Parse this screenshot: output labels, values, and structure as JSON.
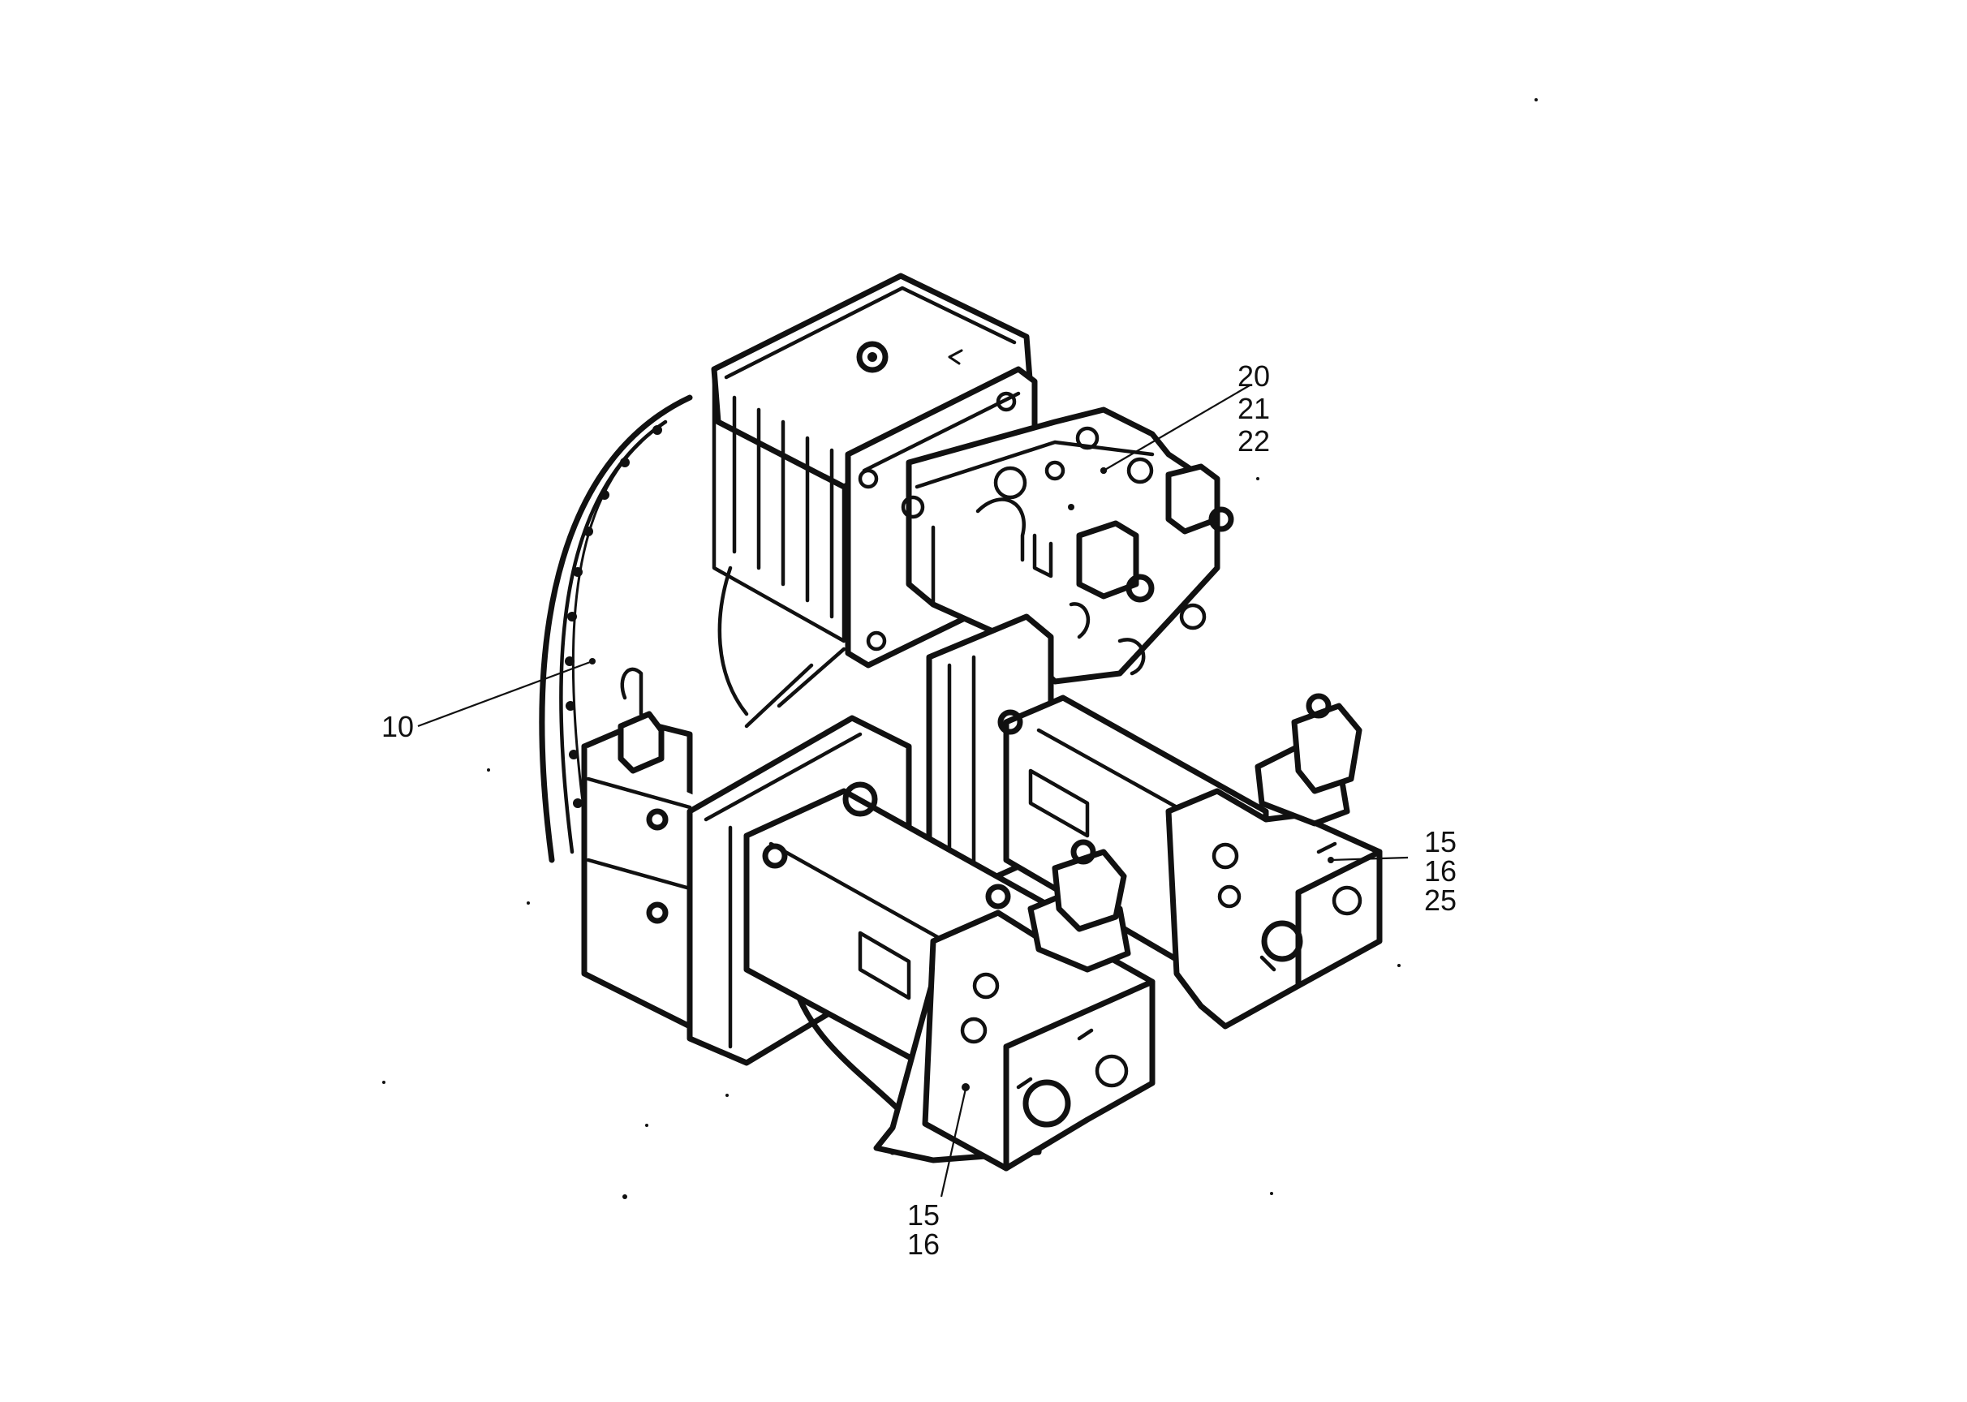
{
  "callouts": {
    "main_housing": {
      "lines": [
        "10"
      ]
    },
    "control_block": {
      "lines": [
        "20",
        "21",
        "22"
      ]
    },
    "right_pump": {
      "lines": [
        "15",
        "16",
        "25"
      ]
    },
    "front_pump": {
      "lines": [
        "15",
        "16"
      ]
    }
  },
  "colors": {
    "ink": "#111111",
    "paper": "#ffffff"
  }
}
